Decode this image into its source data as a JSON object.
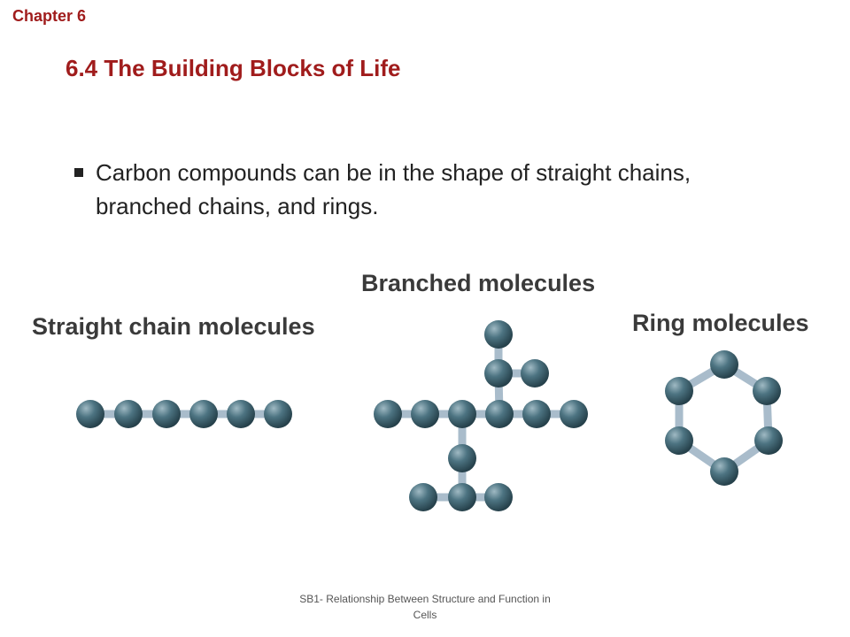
{
  "header": {
    "chapter": "Chapter 6",
    "title": "6.4 The Building Blocks of Life"
  },
  "content": {
    "bullet_text": "Carbon compounds can be in the shape of straight chains, branched chains, and rings."
  },
  "figure": {
    "straight_label": "Straight chain molecules",
    "branched_label": "Branched molecules",
    "ring_label": "Ring molecules",
    "atom_color": "#3f6572",
    "bond_color": "#a9bccb"
  },
  "footer": {
    "text": "SB1- Relationship Between Structure and Function in Cells"
  }
}
